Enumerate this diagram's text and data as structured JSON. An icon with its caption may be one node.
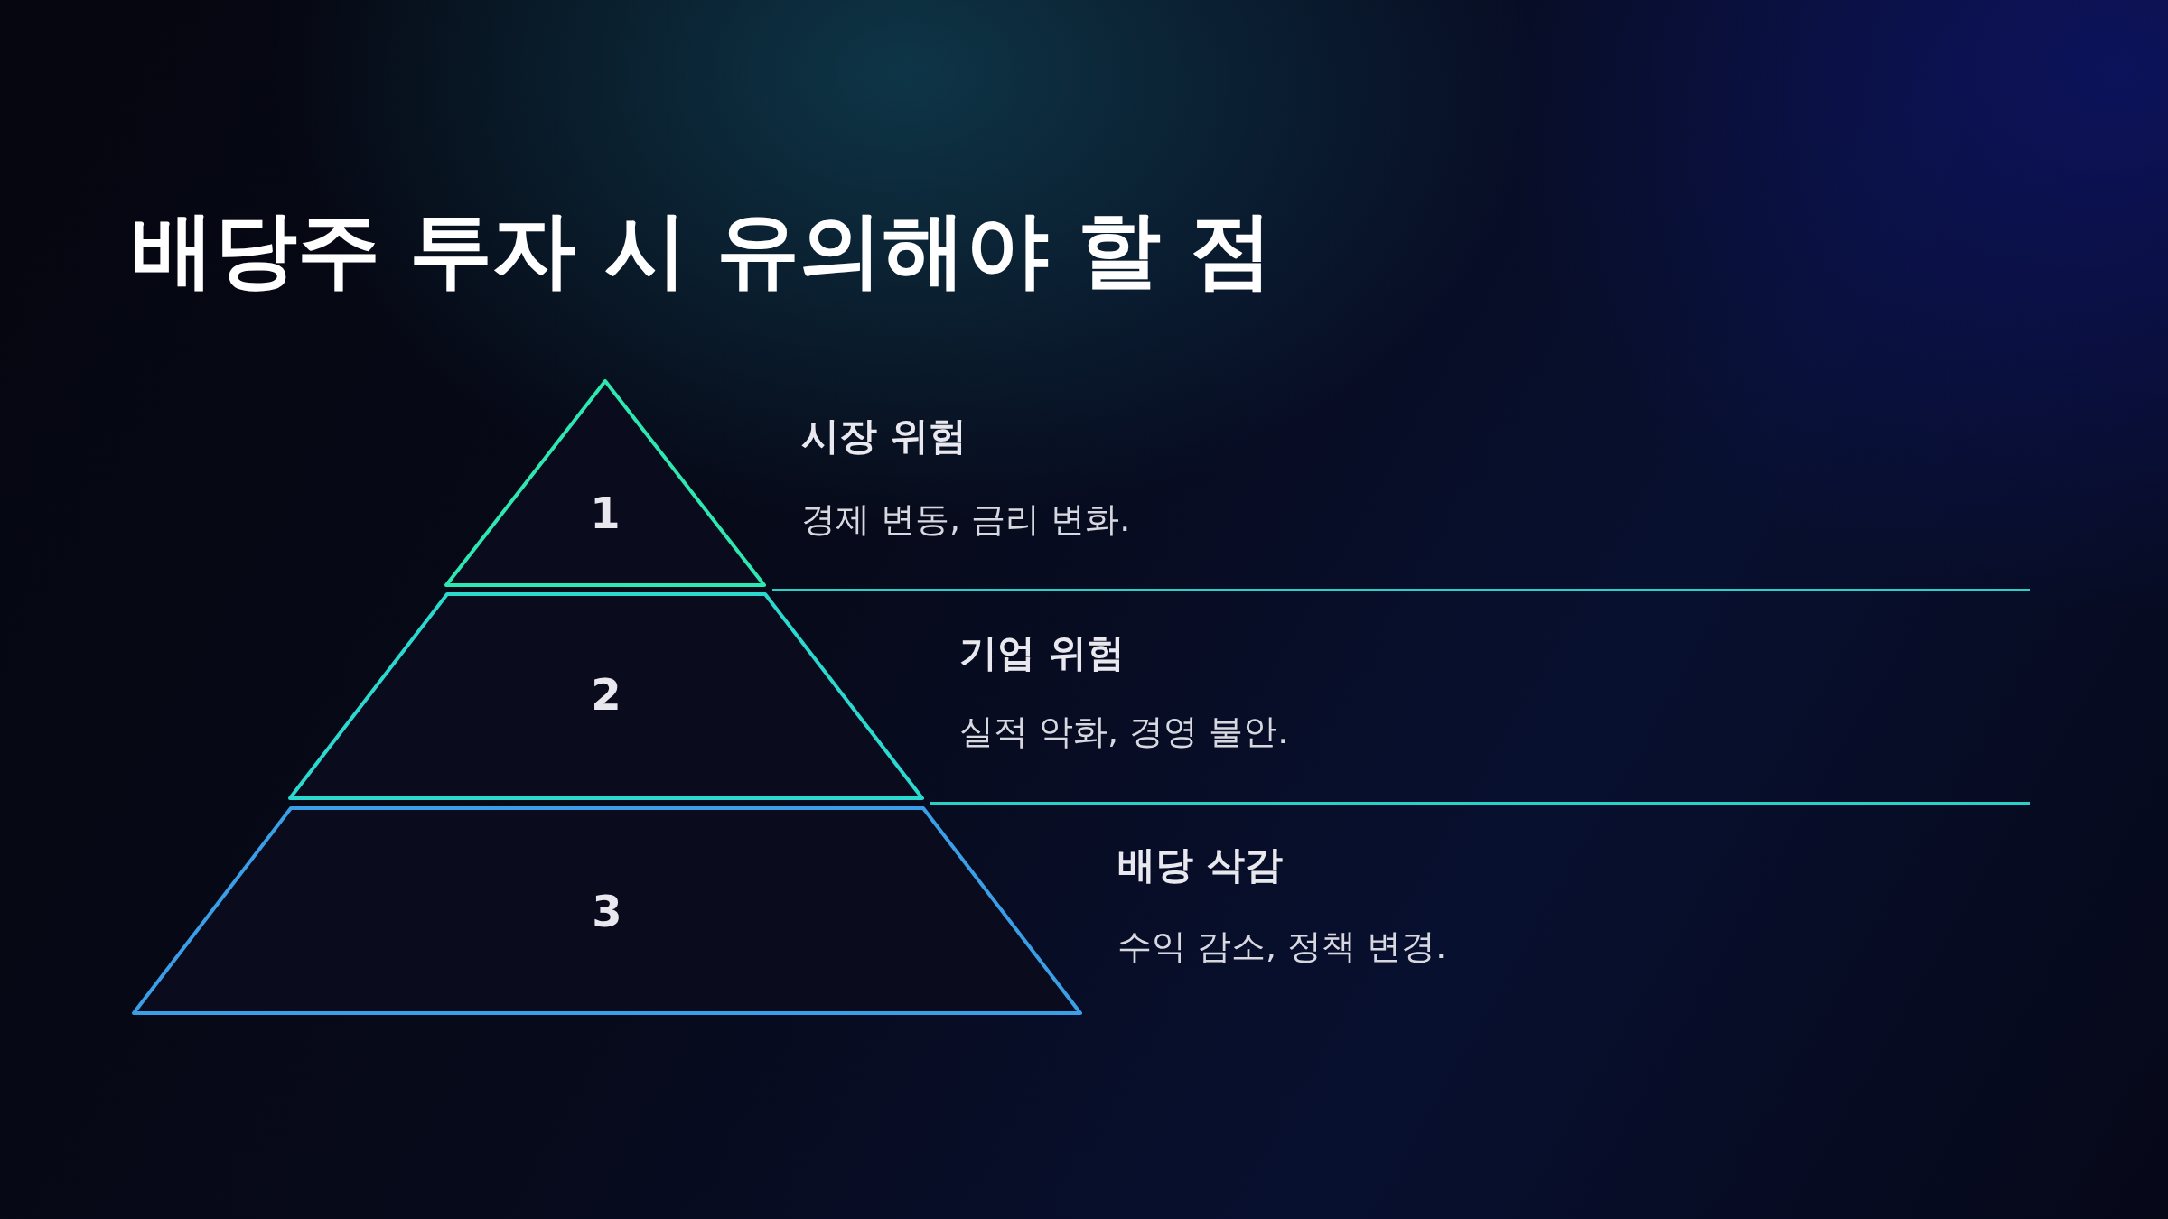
{
  "diagram": {
    "title": "배당주 투자 시 유의해야 할 점",
    "nodes": [
      {
        "text": [
          "1"
        ],
        "beside": [
          "시장 위험",
          "경제 변동, 금리 변화."
        ]
      },
      {
        "text": [
          "2"
        ],
        "beside": [
          "기업 위험",
          "실적 악화, 경영 불안."
        ]
      },
      {
        "text": [
          "3"
        ],
        "beside": [
          "배당 삭감",
          "수익 감소, 정책 변경."
        ]
      }
    ]
  }
}
